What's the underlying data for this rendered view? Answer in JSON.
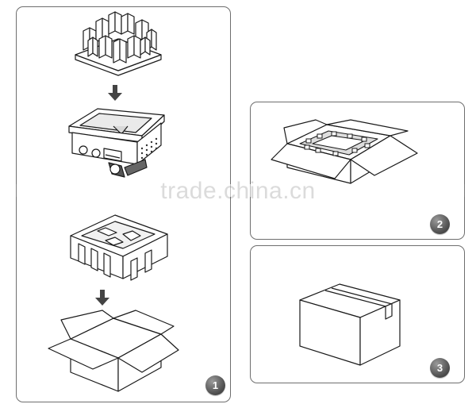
{
  "steps": [
    {
      "number": "1",
      "badge_color": "#5a5a5a"
    },
    {
      "number": "2",
      "badge_color": "#5a5a5a"
    },
    {
      "number": "3",
      "badge_color": "#5a5a5a"
    }
  ],
  "watermark": {
    "text": "trade.china.cn"
  },
  "icons": [
    "foam-insert-icon",
    "machine-icon",
    "foam-tray-icon",
    "open-box-icon",
    "open-box-with-insert-icon",
    "sealed-box-icon",
    "down-arrow-icon"
  ],
  "colors": {
    "panel_border": "#6e6e6e",
    "line_art": "#1a1a1a",
    "arrow": "#444444"
  }
}
